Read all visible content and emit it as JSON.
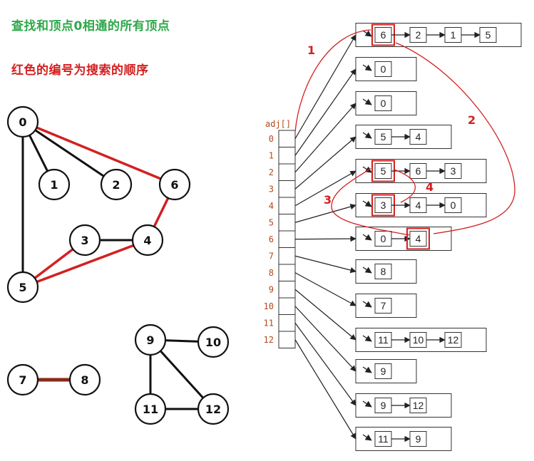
{
  "header": {
    "title": "查找和顶点0相通的所有顶点",
    "subtitle": "红色的编号为搜索的顺序"
  },
  "colors": {
    "title": "#2ea84a",
    "highlight": "#d32020",
    "edge": "#111111",
    "edge_7_8": "#8a2a1a",
    "adj_label": "#b24a1a"
  },
  "graph": {
    "vertices": [
      "0",
      "1",
      "2",
      "3",
      "4",
      "5",
      "6",
      "7",
      "8",
      "9",
      "10",
      "11",
      "12"
    ],
    "edges": [
      {
        "from": "0",
        "to": "1",
        "highlighted": false
      },
      {
        "from": "0",
        "to": "2",
        "highlighted": false
      },
      {
        "from": "0",
        "to": "5",
        "highlighted": false
      },
      {
        "from": "0",
        "to": "6",
        "highlighted": true
      },
      {
        "from": "3",
        "to": "4",
        "highlighted": false
      },
      {
        "from": "3",
        "to": "5",
        "highlighted": true
      },
      {
        "from": "4",
        "to": "5",
        "highlighted": true
      },
      {
        "from": "4",
        "to": "6",
        "highlighted": true
      },
      {
        "from": "7",
        "to": "8",
        "highlighted": false
      },
      {
        "from": "9",
        "to": "10",
        "highlighted": false
      },
      {
        "from": "9",
        "to": "11",
        "highlighted": false
      },
      {
        "from": "9",
        "to": "12",
        "highlighted": false
      },
      {
        "from": "11",
        "to": "12",
        "highlighted": false
      }
    ]
  },
  "adjacency": {
    "label": "adj[]",
    "indices": [
      "0",
      "1",
      "2",
      "3",
      "4",
      "5",
      "6",
      "7",
      "8",
      "9",
      "10",
      "11",
      "12"
    ],
    "lists": [
      [
        "6",
        "2",
        "1",
        "5"
      ],
      [
        "0"
      ],
      [
        "0"
      ],
      [
        "5",
        "4"
      ],
      [
        "5",
        "6",
        "3"
      ],
      [
        "3",
        "4",
        "0"
      ],
      [
        "0",
        "4"
      ],
      [
        "8"
      ],
      [
        "7"
      ],
      [
        "11",
        "10",
        "12"
      ],
      [
        "9"
      ],
      [
        "9",
        "12"
      ],
      [
        "11",
        "9"
      ]
    ],
    "highlighted_cells": [
      {
        "list": 0,
        "cell": 0
      },
      {
        "list": 4,
        "cell": 0
      },
      {
        "list": 5,
        "cell": 0
      },
      {
        "list": 6,
        "cell": 1
      }
    ]
  },
  "search_order": [
    "1",
    "2",
    "3",
    "4"
  ]
}
